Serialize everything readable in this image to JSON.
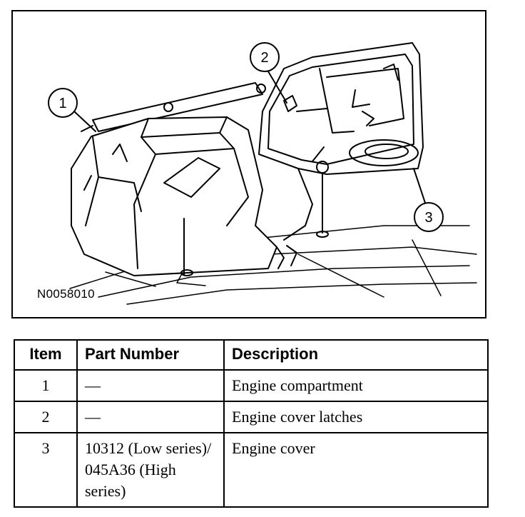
{
  "figure": {
    "id_label": "N0058010",
    "callouts": [
      "1",
      "2",
      "3"
    ]
  },
  "table": {
    "headers": [
      "Item",
      "Part Number",
      "Description"
    ],
    "rows": [
      {
        "item": "1",
        "part": "—",
        "description": "Engine compartment"
      },
      {
        "item": "2",
        "part": "—",
        "description": "Engine cover latches"
      },
      {
        "item": "3",
        "part": "10312 (Low series)/ 045A36 (High series)",
        "description": "Engine cover"
      }
    ]
  }
}
